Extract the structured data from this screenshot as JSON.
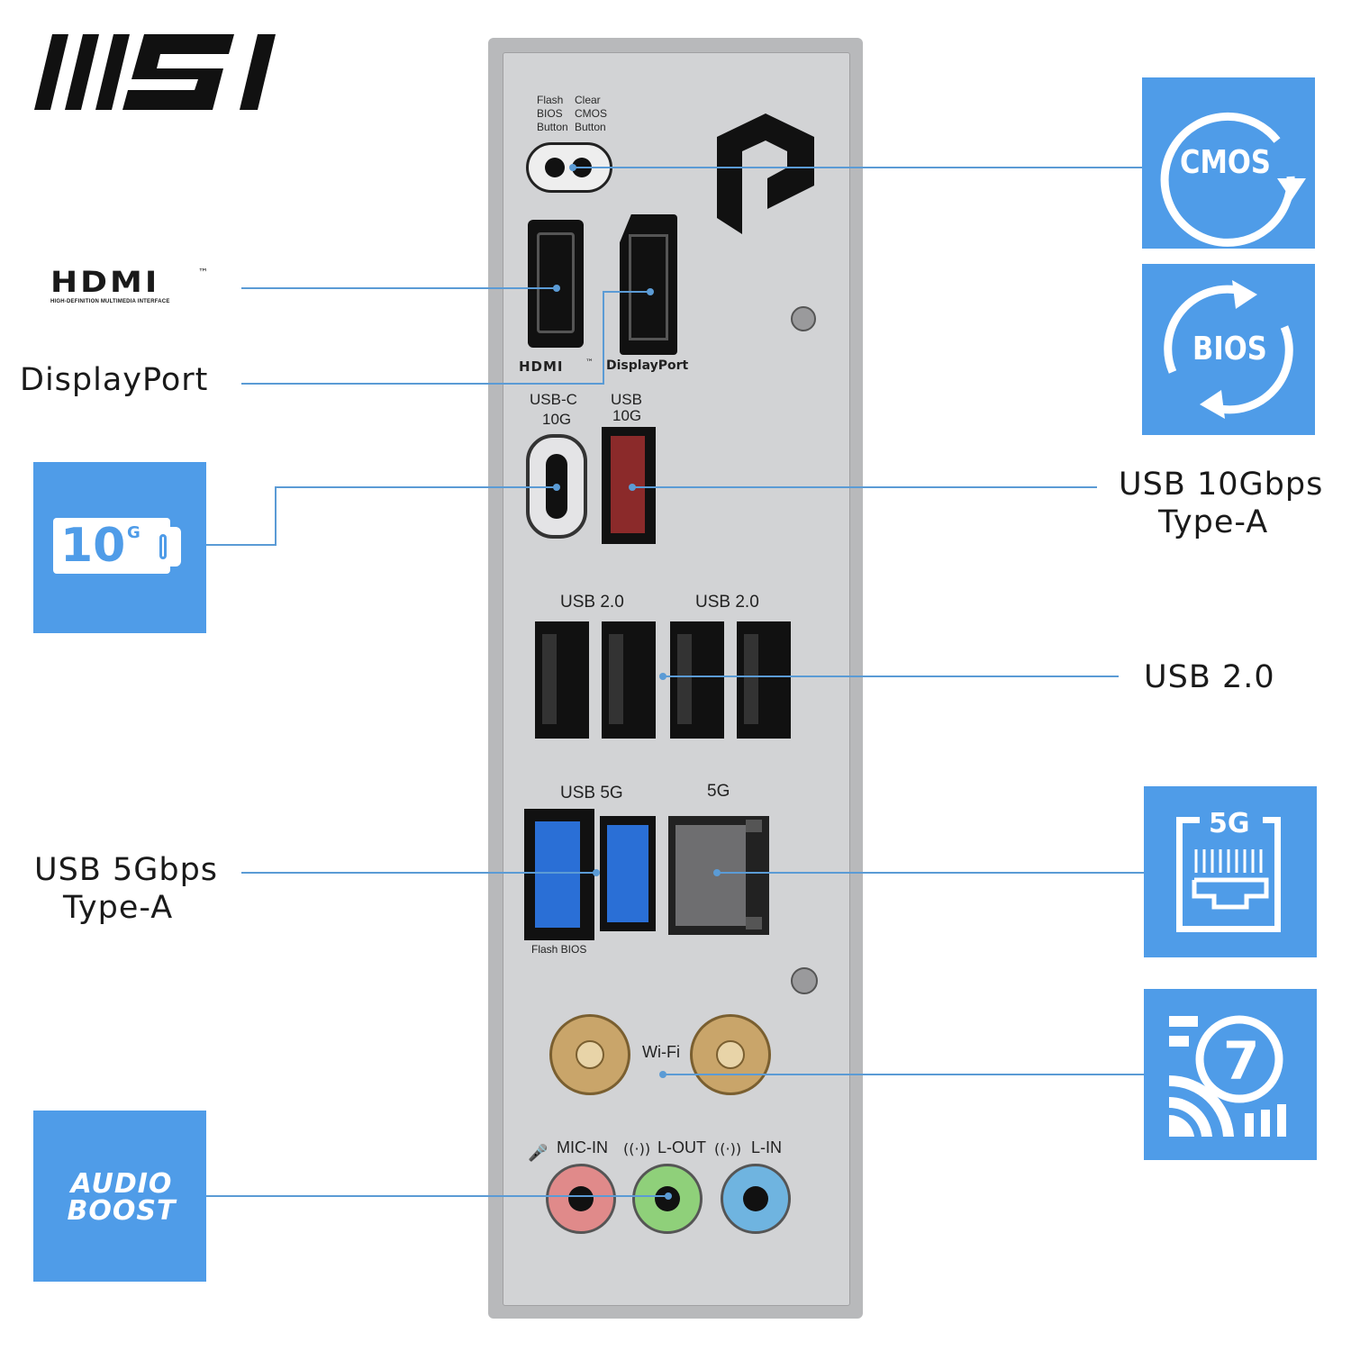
{
  "brand": {
    "logo_text": "MSI"
  },
  "left_callouts": {
    "hdmi_logo": "HDMI",
    "hdmi_tagline": "HIGH-DEFINITION MULTIMEDIA INTERFACE",
    "hdmi_tm": "™",
    "displayport": "DisplayPort",
    "usb5g_line1": "USB 5Gbps",
    "usb5g_line2": "Type-A"
  },
  "right_callouts": {
    "usb10g_line1": "USB 10Gbps",
    "usb10g_line2": "Type-A",
    "usb20": "USB 2.0"
  },
  "tiles": {
    "cmos": "CMOS",
    "bios": "BIOS",
    "usbc_10g": "10",
    "usbc_10g_sup": "G",
    "lan_5g": "5G",
    "wifi_version": "7",
    "audio_line1": "AUDIO",
    "audio_line2": "BOOST"
  },
  "panel": {
    "flash_bios_button": [
      "Flash",
      "BIOS",
      "Button"
    ],
    "clear_cmos_button": [
      "Clear",
      "CMOS",
      "Button"
    ],
    "hdmi_label": "HDMI",
    "hdmi_tm": "™",
    "dp_label": "DisplayPort",
    "usbc_label_1": "USB-C",
    "usbc_label_2": "10G",
    "usb10g_label_1": "USB",
    "usb10g_label_2": "10G",
    "usb20_left": "USB 2.0",
    "usb20_right": "USB 2.0",
    "usb5g": "USB 5G",
    "lan": "5G",
    "flash_bios": "Flash BIOS",
    "wifi": "Wi-Fi",
    "mic_in": "MIC-IN",
    "line_out": "L-OUT",
    "line_in": "L-IN"
  },
  "colors": {
    "tile_blue": "#4f9ce8",
    "leader_line": "#5b9bd5",
    "usb10g_red": "#8b2a2a",
    "usb5g_blue": "#2a6fd6",
    "mic_pink": "#e08a8a",
    "lout_green": "#8fd07a",
    "lin_blue": "#6fb4e0",
    "antenna_gold": "#c9a56a"
  }
}
